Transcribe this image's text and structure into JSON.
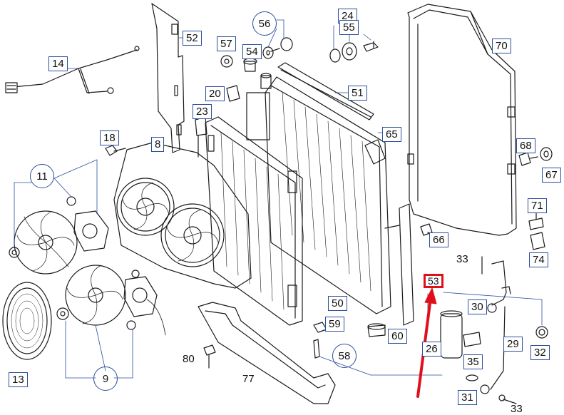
{
  "diagram": {
    "highlight_color": "#e0101a",
    "label_border_color": "#2b4e9e",
    "labels": {
      "l14": "14",
      "l52": "52",
      "l56": "56",
      "l57": "57",
      "l54": "54",
      "l24": "24",
      "l55": "55",
      "l70": "70",
      "l51": "51",
      "l20": "20",
      "l23": "23",
      "l65": "65",
      "l18": "18",
      "l8": "8",
      "l68": "68",
      "l67": "67",
      "l11": "11",
      "l71": "71",
      "l66": "66",
      "l74": "74",
      "l33a": "33",
      "l53": "53",
      "l30": "30",
      "l50": "50",
      "l59": "59",
      "l60": "60",
      "l29": "29",
      "l32": "32",
      "l26": "26",
      "l35": "35",
      "l80": "80",
      "l58": "58",
      "l77": "77",
      "l13": "13",
      "l9": "9",
      "l31": "31",
      "l33b": "33"
    }
  }
}
